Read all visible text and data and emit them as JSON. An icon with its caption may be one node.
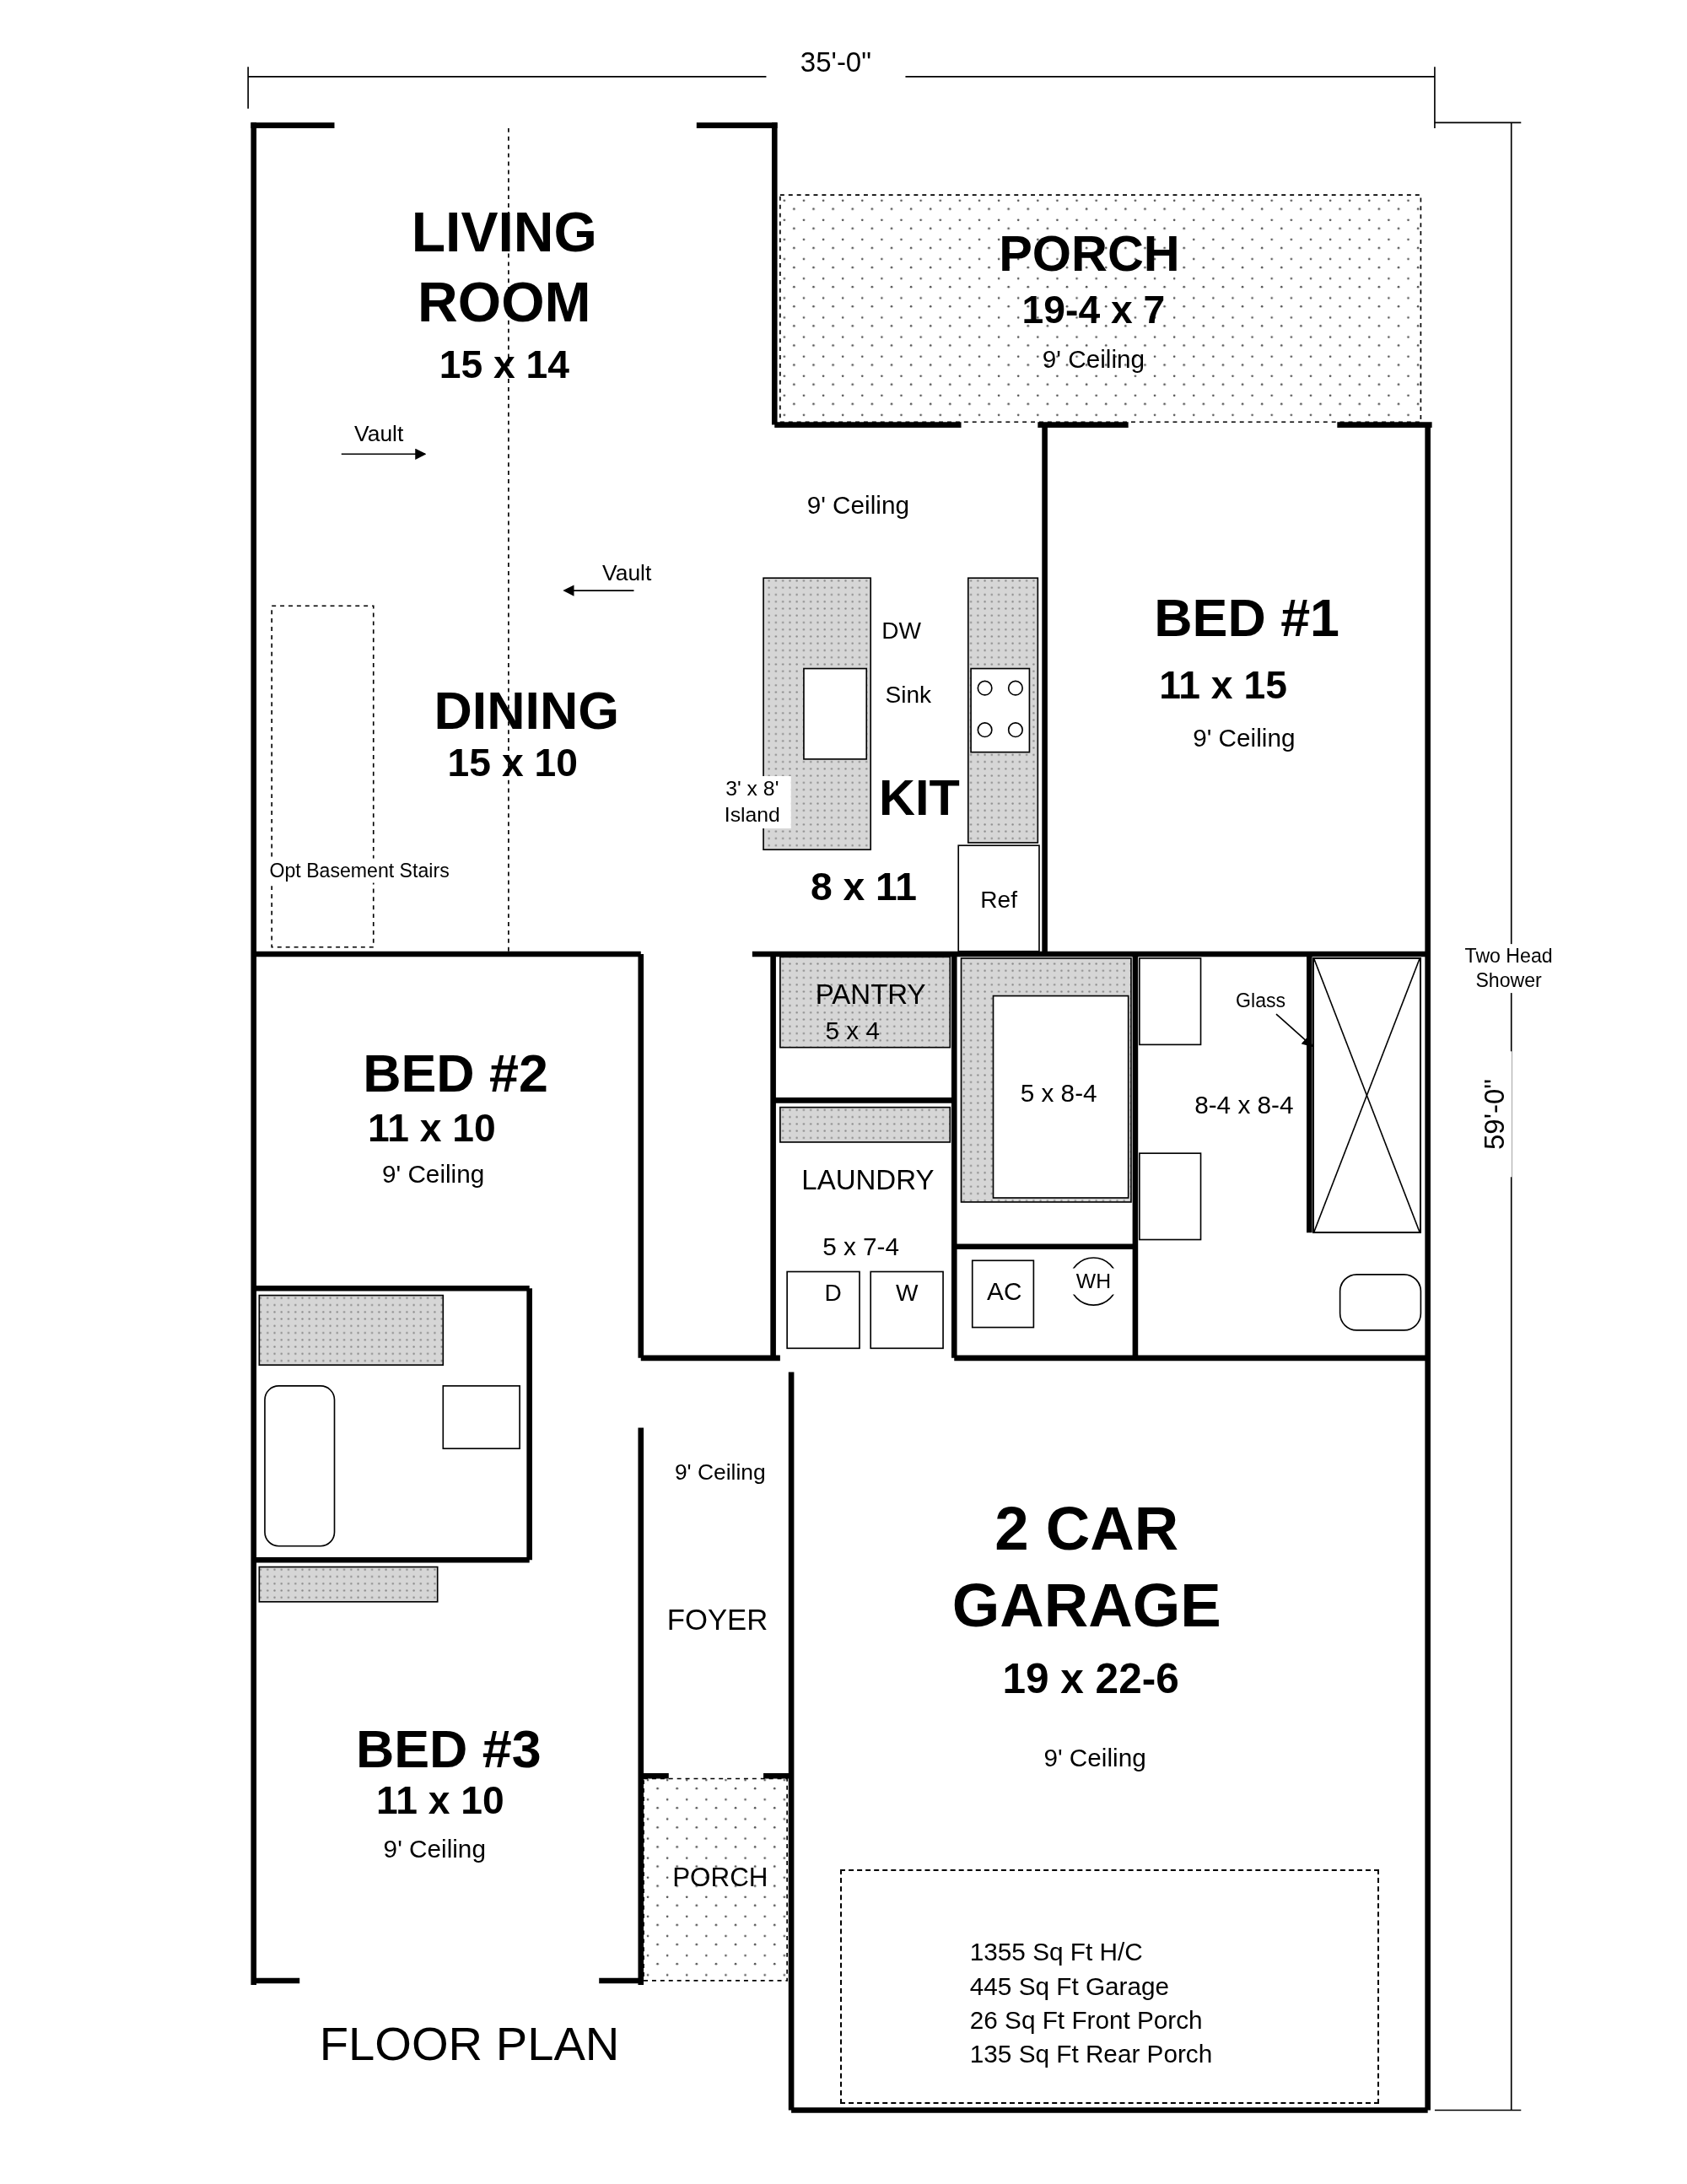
{
  "diagram": {
    "title": "FLOOR PLAN",
    "nodes": [
      {
        "text": [
          "LIVING ROOM",
          "15 x 14",
          "DINING",
          "15 x 10"
        ]
      },
      {
        "text": [
          "PORCH",
          "19-4 x 7",
          "9' Ceiling"
        ]
      },
      {
        "text": [
          "9' Ceiling",
          "KIT",
          "8 x 11"
        ]
      },
      {
        "text": [
          "BED #1",
          "11 x 15",
          "9' Ceiling"
        ]
      },
      {
        "text": [
          "PANTRY",
          "5 x 4"
        ]
      },
      {
        "text": [
          "LAUNDRY",
          "5 x 7-4"
        ]
      },
      {
        "text": [
          "5 x 8-4"
        ]
      },
      {
        "text": [
          "8-4 x 8-4"
        ]
      },
      {
        "text": [
          "Glass"
        ],
        "in": 7
      },
      {
        "text": [],
        "shape": "box",
        "in": 7
      },
      {
        "text": [
          "BED #2",
          "11 x 10",
          "9' Ceiling"
        ]
      },
      {
        "text": [
          "BED #3",
          "11 x 10",
          "9' Ceiling"
        ]
      },
      {
        "text": [
          "9' Ceiling",
          "FOYER"
        ]
      },
      {
        "text": [
          "PORCH"
        ]
      },
      {
        "text": [
          "2 CAR GARAGE",
          "19 x 22-6",
          "9' Ceiling"
        ]
      },
      {
        "text": [
          "1355 Sq Ft H/C",
          "445 Sq Ft Garage",
          "26 Sq Ft Front Porch",
          "135 Sq Ft Rear Porch"
        ],
        "in": 14
      }
    ],
    "edges": [
      {
        "from": 8,
        "to": 9,
        "arrow": "to"
      }
    ],
    "labels": [
      "35'-0\"",
      "Vault",
      "Vault",
      "DW",
      "Sink",
      "3' x 8' Island",
      "Ref",
      "Opt Basement Stairs",
      "Two Head Shower",
      "59'-0\"",
      "D",
      "W",
      "AC",
      "WH"
    ]
  }
}
